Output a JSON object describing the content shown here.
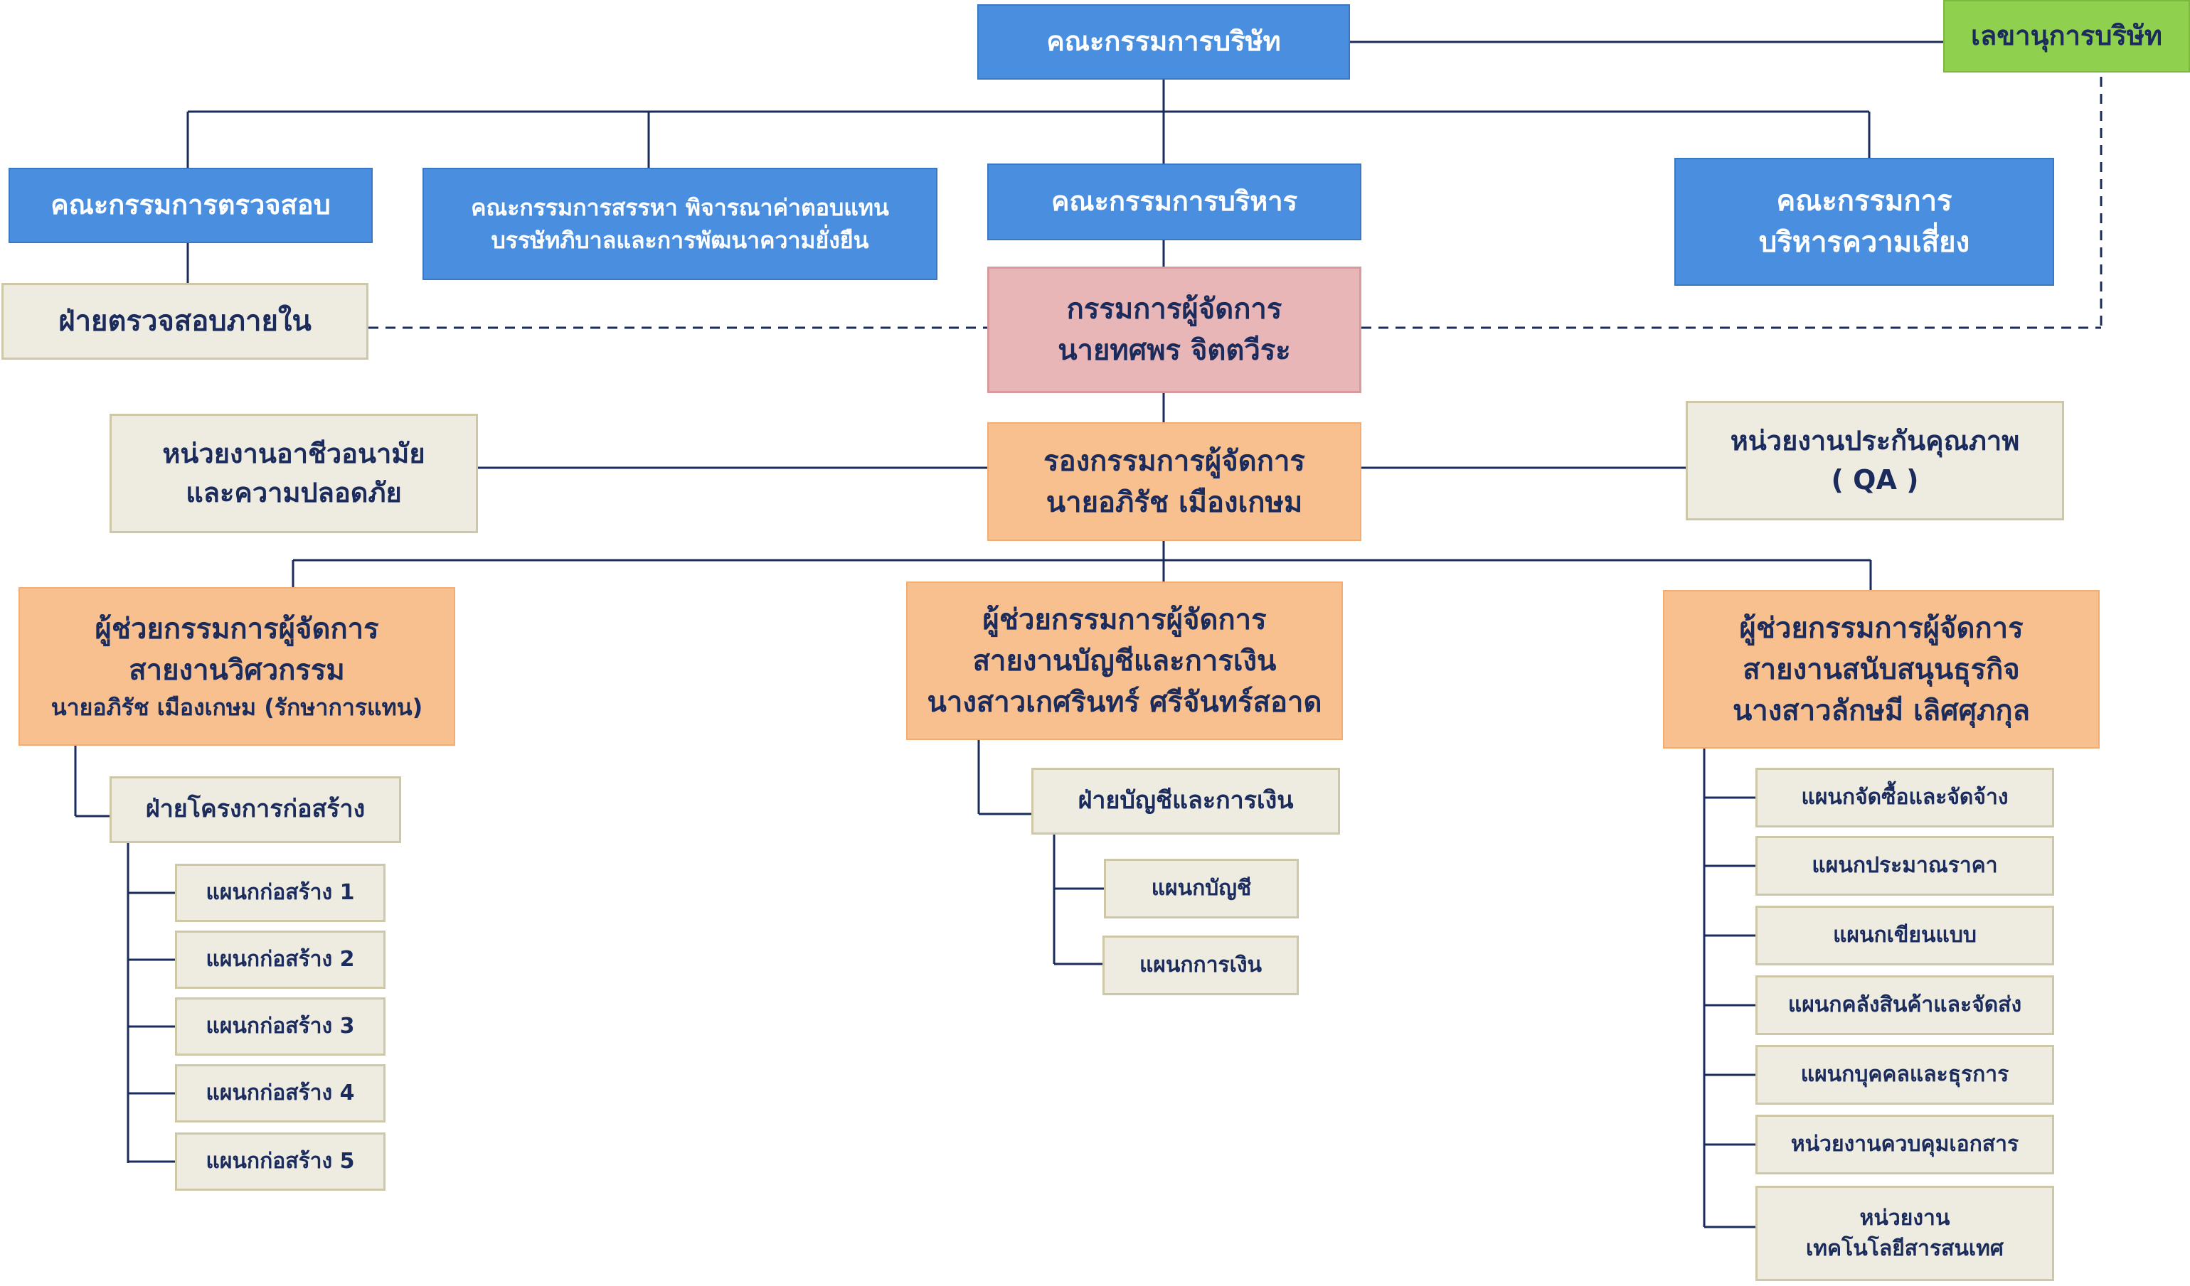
{
  "board": "คณะกรรมการบริษัท",
  "secretary": "เลขานุการบริษัท",
  "committees": {
    "audit": "คณะกรรมการตรวจสอบ",
    "nomination": [
      "คณะกรรมการสรรหา พิจารณาค่าตอบแทน",
      "บรรษัทภิบาลและการพัฒนาความยั่งยืน"
    ],
    "executive": "คณะกรรมการบริหาร",
    "risk": [
      "คณะกรรมการ",
      "บริหารความเสี่ยง"
    ]
  },
  "internal_audit": "ฝ่ายตรวจสอบภายใน",
  "md": [
    "กรรมการผู้จัดการ",
    "นายทศพร จิตตวีระ"
  ],
  "deputy_md": [
    "รองกรรมการผู้จัดการ",
    "นายอภิรัช เมืองเกษม"
  ],
  "safety_unit": [
    "หน่วยงานอาชีวอนามัย",
    "และความปลอดภัย"
  ],
  "qa_unit": [
    "หน่วยงานประกันคุณภาพ",
    "( QA )"
  ],
  "engineering": {
    "title": [
      "ผู้ช่วยกรรมการผู้จัดการ",
      "สายงานวิศวกรรม",
      "นายอภิรัช เมืองเกษม (รักษาการแทน)"
    ],
    "department": "ฝ่ายโครงการก่อสร้าง",
    "sections": [
      "แผนกก่อสร้าง 1",
      "แผนกก่อสร้าง 2",
      "แผนกก่อสร้าง 3",
      "แผนกก่อสร้าง 4",
      "แผนกก่อสร้าง 5"
    ]
  },
  "finance": {
    "title": [
      "ผู้ช่วยกรรมการผู้จัดการ",
      "สายงานบัญชีและการเงิน",
      "นางสาวเกศรินทร์ ศรีจันทร์สอาด"
    ],
    "department": "ฝ่ายบัญชีและการเงิน",
    "sections": [
      "แผนกบัญชี",
      "แผนกการเงิน"
    ]
  },
  "support": {
    "title": [
      "ผู้ช่วยกรรมการผู้จัดการ",
      "สายงานสนับสนุนธุรกิจ",
      "นางสาวลักษมี เลิศศุภกุล"
    ],
    "sections": [
      "แผนกจัดซื้อและจัดจ้าง",
      "แผนกประมาณราคา",
      "แผนกเขียนแบบ",
      "แผนกคลังสินค้าและจัดส่ง",
      "แผนกบุคคลและธุรการ",
      "หน่วยงานควบคุมเอกสาร"
    ],
    "it_unit": [
      "หน่วยงาน",
      "เทคโนโลยีสารสนเทศ"
    ]
  },
  "colors": {
    "blue": "#4a8fdf",
    "green": "#8fd14f",
    "pink": "#e8b6b7",
    "orange": "#f8c08f",
    "beige": "#eeebe0",
    "line": "#1a2b5c"
  }
}
